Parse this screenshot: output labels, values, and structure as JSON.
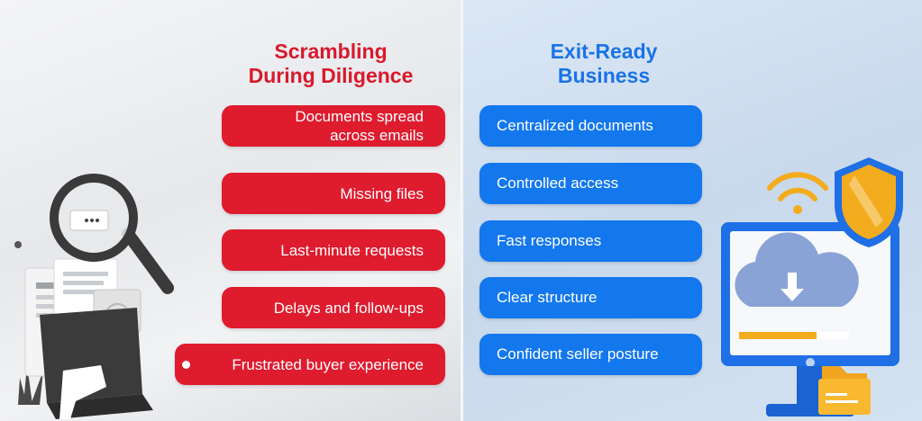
{
  "left": {
    "title_line1": "Scrambling",
    "title_line2": "During Diligence",
    "color": "#df1b2e",
    "items": [
      {
        "line1": "Documents spread",
        "line2": "across emails"
      },
      {
        "line1": "Missing files"
      },
      {
        "line1": "Last-minute requests"
      },
      {
        "line1": "Delays and follow-ups"
      },
      {
        "line1": "Frustrated buyer experience"
      }
    ]
  },
  "right": {
    "title_line1": "Exit-Ready",
    "title_line2": "Business",
    "color": "#1377ee",
    "items": [
      {
        "label": "Centralized documents"
      },
      {
        "label": "Controlled access"
      },
      {
        "label": "Fast responses"
      },
      {
        "label": "Clear structure"
      },
      {
        "label": "Confident seller posture"
      }
    ]
  },
  "illustrations": {
    "left": [
      "magnifying-glass-icon",
      "documents-icon",
      "laptop-icon",
      "at-sign-icon"
    ],
    "right": [
      "monitor-icon",
      "cloud-download-icon",
      "wifi-icon",
      "shield-icon",
      "folder-icon"
    ]
  }
}
